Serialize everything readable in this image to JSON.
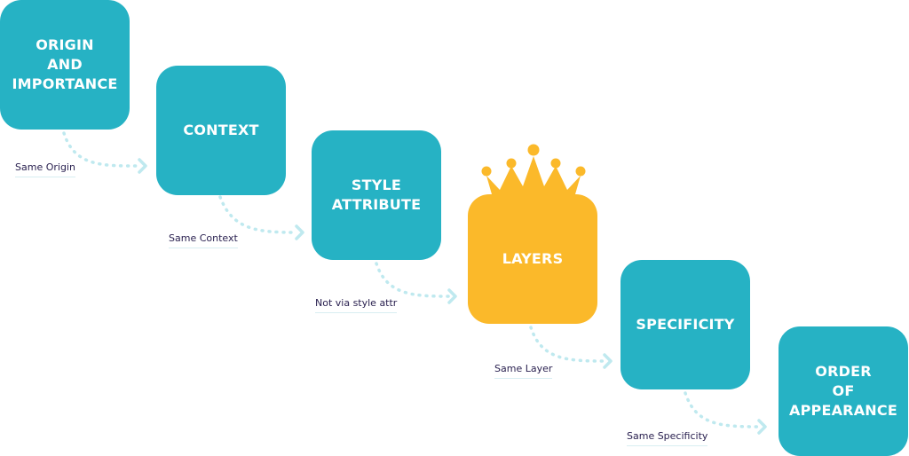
{
  "colors": {
    "box": "#26b2c4",
    "highlight": "#fbb92a",
    "box_text": "#ffffff",
    "label_text": "#2a2150",
    "arrow": "#bfe9ef",
    "label_underline": "#d8eef2"
  },
  "steps": [
    {
      "label": "ORIGIN\nAND\nIMPORTANCE",
      "highlight": false
    },
    {
      "label": "CONTEXT",
      "highlight": false
    },
    {
      "label": "STYLE\nATTRIBUTE",
      "highlight": false
    },
    {
      "label": "LAYERS",
      "highlight": true,
      "icon": "crown-icon"
    },
    {
      "label": "SPECIFICITY",
      "highlight": false
    },
    {
      "label": "ORDER\nOF\nAPPEARANCE",
      "highlight": false
    }
  ],
  "transitions": [
    {
      "label": "Same Origin"
    },
    {
      "label": "Same Context"
    },
    {
      "label": "Not via style attr"
    },
    {
      "label": "Same Layer"
    },
    {
      "label": "Same Specificity"
    }
  ]
}
